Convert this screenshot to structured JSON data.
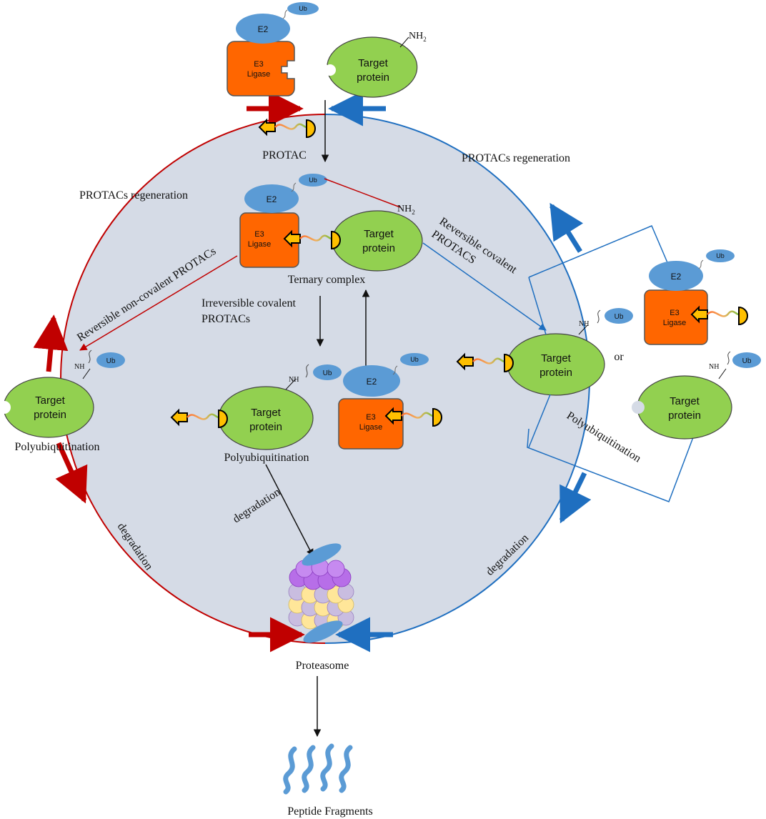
{
  "colors": {
    "background_circle": "#d5dbe6",
    "left_arc": "#c00000",
    "right_arc": "#1f6fc0",
    "target_protein": "#92d050",
    "e3_ligase": "#ff6600",
    "e2_ub": "#5b9bd5",
    "proteasome_purple": "#b76ee8",
    "proteasome_yellow": "#ffe699",
    "proteasome_lavender": "#c9bde0",
    "protac_warhead": "#ffc000"
  },
  "labels": {
    "protac": "PROTAC",
    "protacs_regen_left": "PROTACs regeneration",
    "protacs_regen_right": "PROTACs regeneration",
    "ternary_complex": "Ternary complex",
    "reversible_noncovalent": "Reversible non-covalent PROTACs",
    "reversible_covalent_line1": "Reversible covalent",
    "reversible_covalent_line2": "PROTACS",
    "irreversible_line1": "Irreversible covalent",
    "irreversible_line2": "PROTACs",
    "polyub_left": "Polyubiquitination",
    "polyub_center": "Polyubiquitination",
    "polyub_right": "Polyubiquitination",
    "degradation_left": "degradation",
    "degradation_center": "degradation",
    "degradation_right": "degradation",
    "or": "or",
    "proteasome": "Proteasome",
    "peptide_fragments": "Peptide Fragments"
  },
  "molecules": {
    "target_line1": "Target",
    "target_line2": "protein",
    "e2": "E2",
    "e3_line1": "E3",
    "e3_line2": "Ligase",
    "ub": "Ub",
    "nh2": "NH",
    "nh2_sub": "2",
    "nh": "NH"
  }
}
